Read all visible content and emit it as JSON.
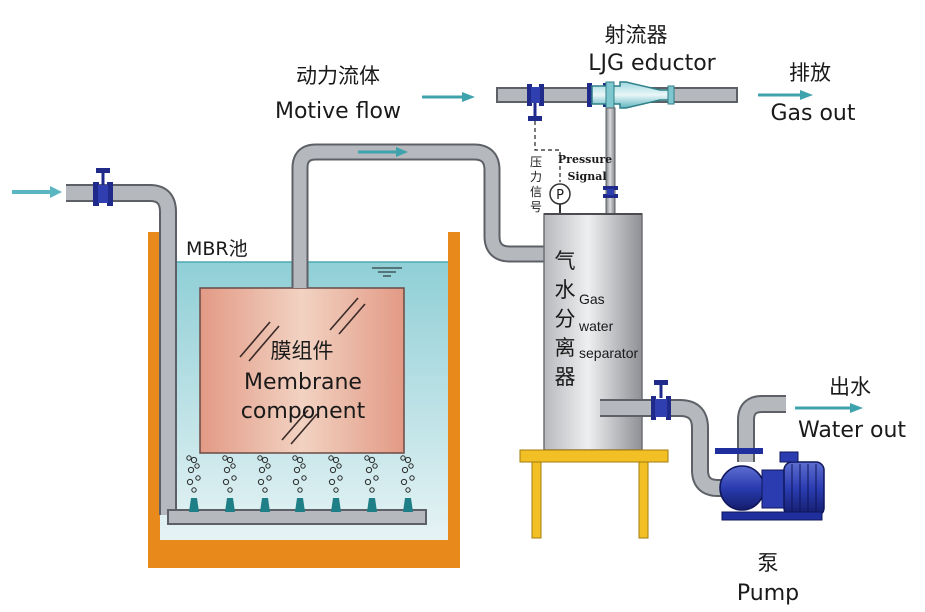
{
  "labels": {
    "eductor_cn": "射流器",
    "eductor_en": "LJG eductor",
    "gas_out_cn": "排放",
    "gas_out_en": "Gas out",
    "motive_cn": "动力流体",
    "motive_en": "Motive flow",
    "pressure_cn": [
      "压",
      "力",
      "信",
      "号"
    ],
    "pressure_en_1": "Pressure",
    "pressure_en_2": "Signal",
    "gauge_symbol": "P",
    "tank_label": "MBR池",
    "membrane_cn": "膜组件",
    "membrane_en_1": "Membrane",
    "membrane_en_2": "component",
    "separator_cn": [
      "气",
      "水",
      "分",
      "离",
      "器"
    ],
    "separator_en": [
      "Gas",
      "water",
      "separator"
    ],
    "water_out_cn": "出水",
    "water_out_en": "Water out",
    "pump_cn": "泵",
    "pump_en": "Pump"
  },
  "colors": {
    "pipe": "#a9acb0",
    "pipe_edge": "#5d6066",
    "valve": "#1f2a8a",
    "tank_frame": "#e8891c",
    "water_top": "#8fcfd6",
    "water_bottom": "#e6f3f5",
    "membrane_center": "#f2d2c2",
    "membrane_edge": "#e29a85",
    "separator_light": "#e3e4e6",
    "separator_dark": "#8e9095",
    "stand": "#f2bf24",
    "arrow": "#3fa3ad",
    "pump_motor": "#1f2f9e",
    "diffuser": "#1f7f86"
  }
}
